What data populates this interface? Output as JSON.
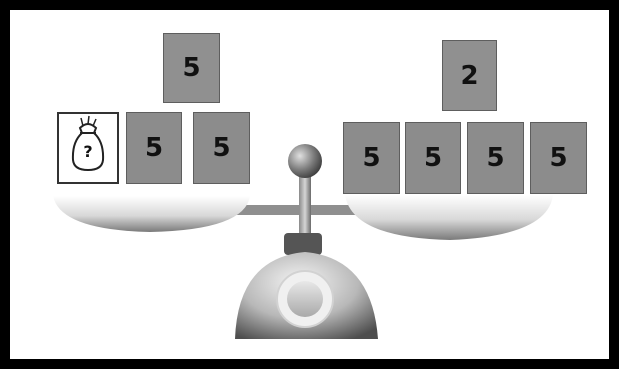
{
  "colors": {
    "frame": "#000000",
    "weight_fill": "#8c8c8c",
    "weight_border": "#5e5e5e",
    "top_weight_fill": "#909090",
    "pan_light": "#ffffff",
    "pan_dark": "#7a7a7a",
    "beam": "#8f8f8f",
    "knob": "#6a6a6a",
    "base_dark": "#555555",
    "base_light": "#f4f4f4"
  },
  "left_pan": {
    "unknown_bag": {
      "icon": "bag-icon",
      "label": "?"
    },
    "weights": [
      "5",
      "5"
    ],
    "top_weight": "5"
  },
  "right_pan": {
    "weights": [
      "5",
      "5",
      "5",
      "5"
    ],
    "top_weight": "2"
  }
}
